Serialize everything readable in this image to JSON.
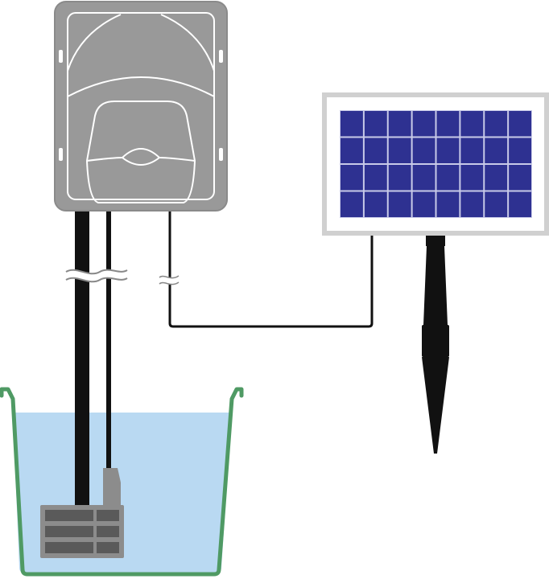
{
  "diagram": {
    "components": [
      {
        "name": "control-box",
        "icon": "control-box-icon"
      },
      {
        "name": "solar-panel",
        "icon": "solar-panel-icon"
      },
      {
        "name": "ground-stake",
        "icon": "ground-stake-icon"
      },
      {
        "name": "water-basin",
        "icon": "water-basin-icon"
      },
      {
        "name": "submersible-pump",
        "icon": "pump-icon"
      },
      {
        "name": "water-hose",
        "icon": "hose-icon"
      },
      {
        "name": "cables",
        "icon": "cable-icon"
      }
    ],
    "solar_panel_grid": {
      "rows": 4,
      "cols": 8
    },
    "colors": {
      "box_fill": "#999999",
      "box_stroke": "#8a8a8a",
      "box_line": "#ffffff",
      "panel_frame": "#d0d0d0",
      "panel_cell": "#2e3191",
      "panel_grid_line": "#c8cae8",
      "cable": "#111111",
      "water": "#b9d9f2",
      "basin_outline": "#4f9a64",
      "pump_body": "#8c8c8c",
      "pump_slots": "#5a5a5a"
    }
  }
}
